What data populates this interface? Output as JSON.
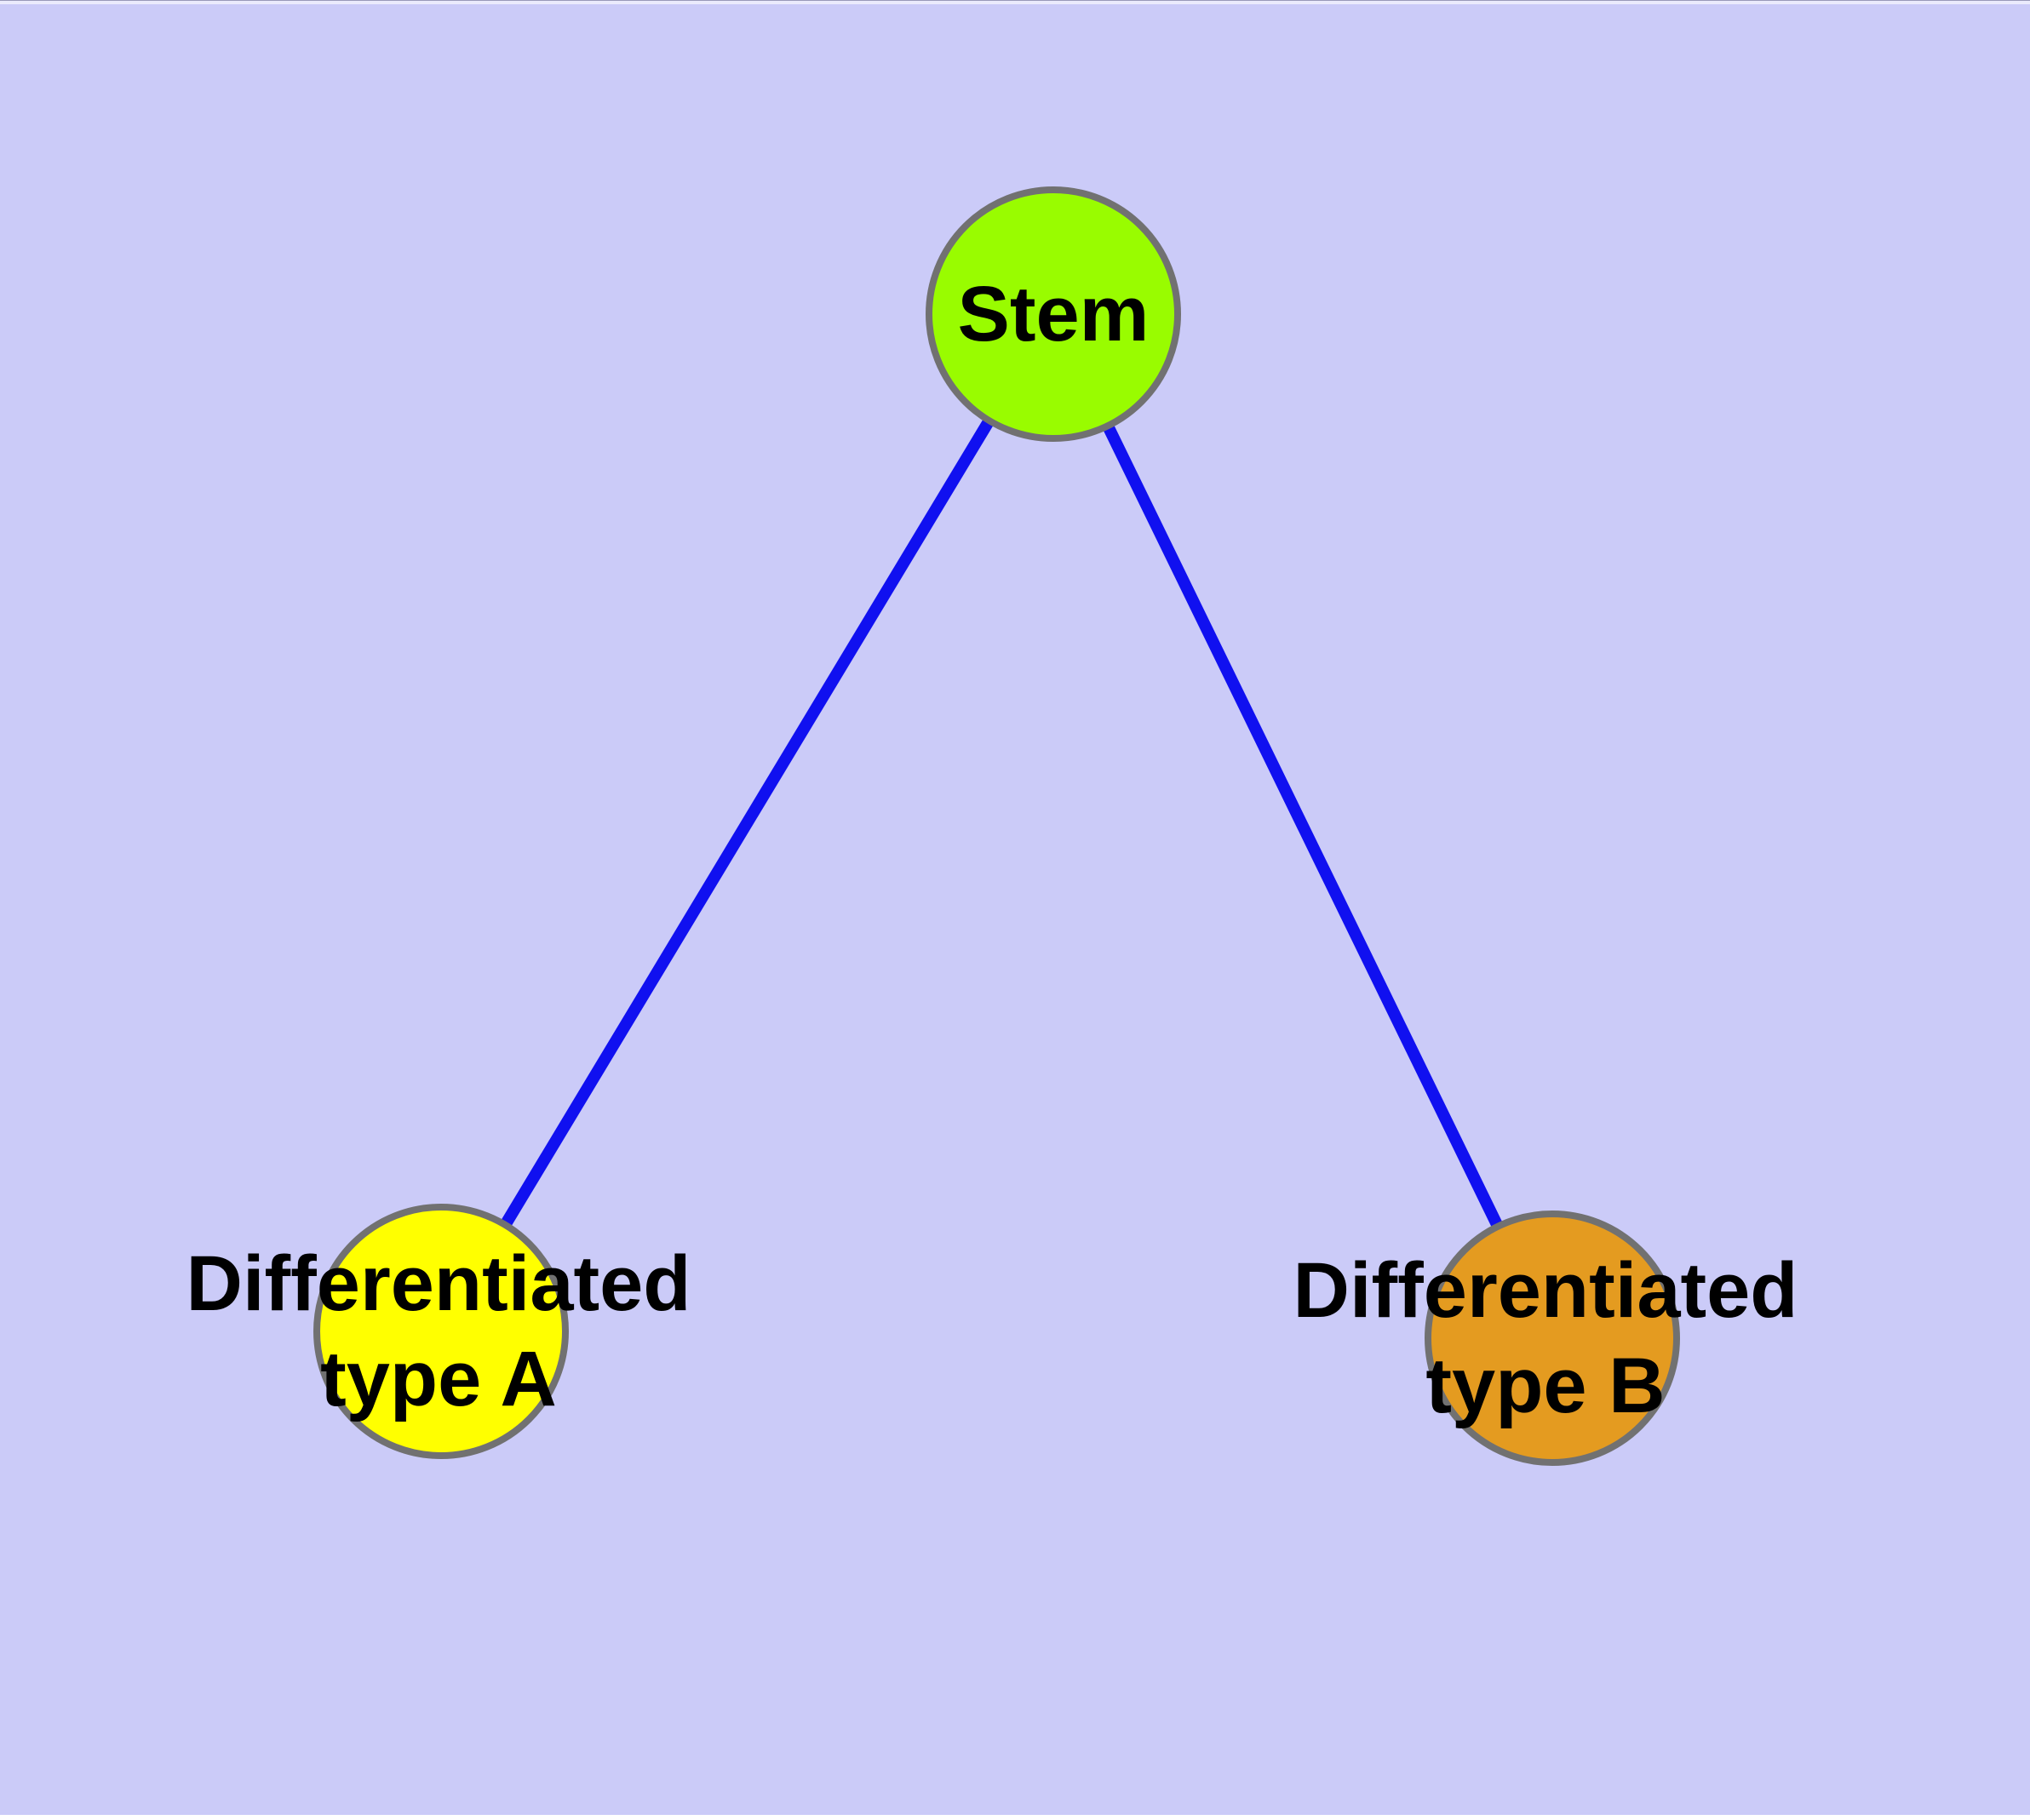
{
  "diagram": {
    "background_color": "#CBCBF8",
    "text_color": "#000000",
    "node_border_color": "#717171",
    "edge": {
      "color": "#1010F0",
      "width": 14
    },
    "nodes": {
      "stem": {
        "label": "Stem",
        "fill": "#99FC00"
      },
      "type_a": {
        "lines": [
          "Differentiated",
          "type A"
        ],
        "fill": "#FFFF00"
      },
      "type_b": {
        "lines": [
          "Differentiated",
          "type B"
        ],
        "fill": "#E49B20"
      }
    },
    "edges": [
      {
        "from": "stem",
        "to": "type_a"
      },
      {
        "from": "stem",
        "to": "type_b"
      }
    ]
  }
}
